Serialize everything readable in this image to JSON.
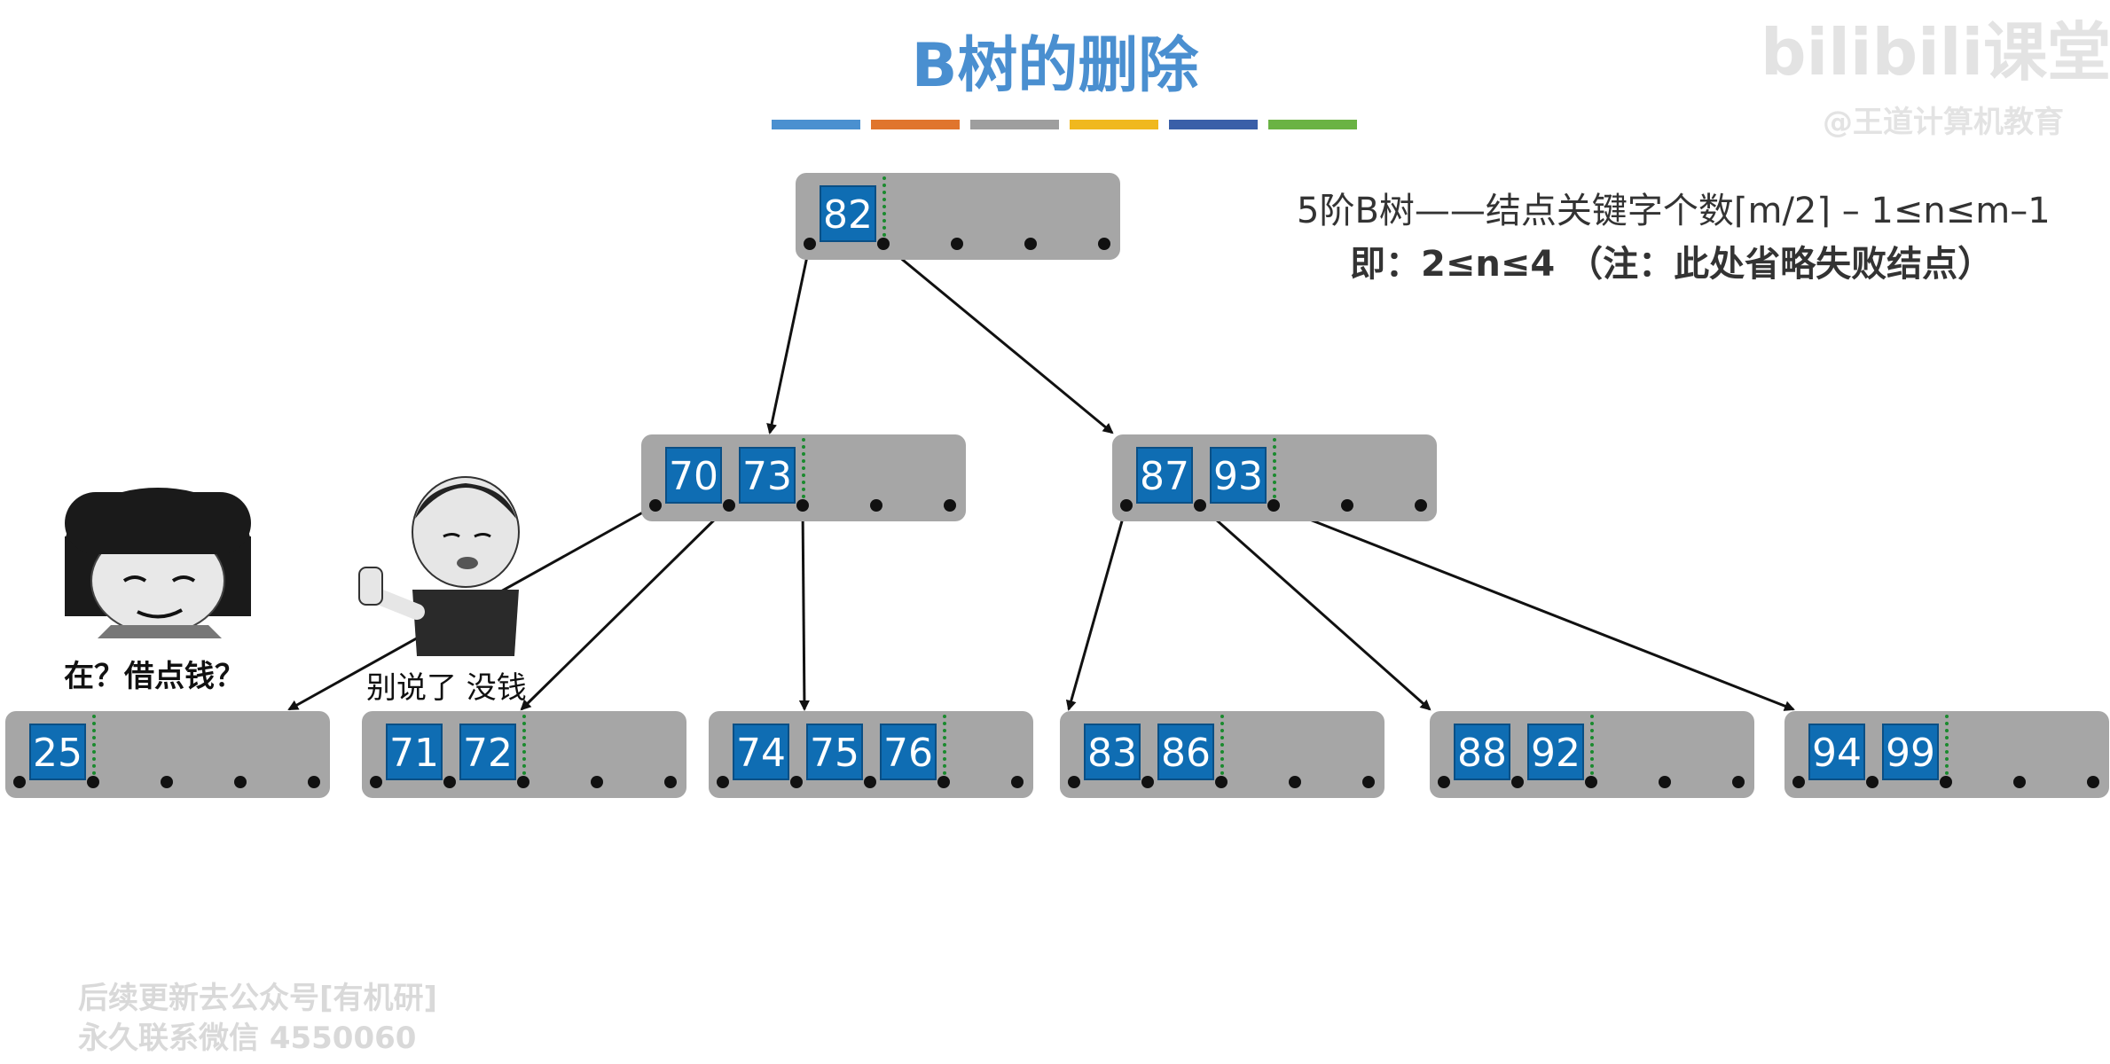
{
  "title": "B树的删除",
  "color_bar": [
    "#4a90d0",
    "#e0752d",
    "#9e9e9e",
    "#f0b81e",
    "#3a5fa8",
    "#6ab344"
  ],
  "note": {
    "line1": "5阶B树——结点关键字个数⌈m/2⌉ – 1≤n≤m–1",
    "line2": "即：2≤n≤4 （注：此处省略失败结点）"
  },
  "tree": {
    "root": {
      "keys": [
        "82"
      ]
    },
    "level1": [
      {
        "keys": [
          "70",
          "73"
        ]
      },
      {
        "keys": [
          "87",
          "93"
        ]
      }
    ],
    "leaves": [
      {
        "keys": [
          "25"
        ]
      },
      {
        "keys": [
          "71",
          "72"
        ]
      },
      {
        "keys": [
          "74",
          "75",
          "76"
        ]
      },
      {
        "keys": [
          "83",
          "86"
        ]
      },
      {
        "keys": [
          "88",
          "92"
        ]
      },
      {
        "keys": [
          "94",
          "99"
        ]
      }
    ]
  },
  "meme": {
    "left_caption": "在？借点钱？",
    "right_caption": "别说了 没钱"
  },
  "watermark": {
    "line1": "后续更新去公众号[有机研]",
    "line2": "永久联系微信 4550060"
  },
  "logo": {
    "main": "bilibili课堂",
    "sub": "@王道计算机教育"
  }
}
